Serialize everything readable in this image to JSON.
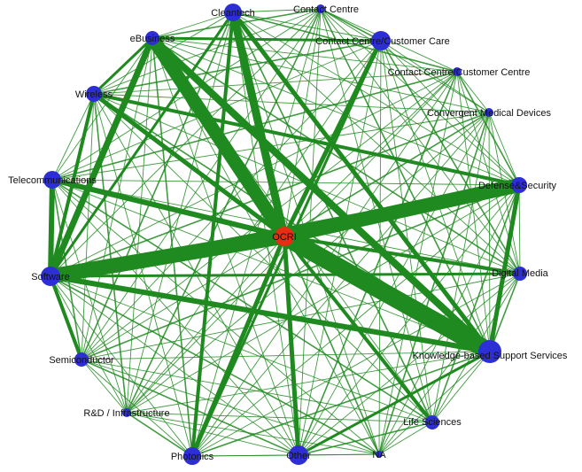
{
  "colors": {
    "edge": "#1f8a1f",
    "node": "#2e2ed6",
    "hub": "#e62e12",
    "label": "#111111",
    "background": "#ffffff"
  },
  "nodes": [
    {
      "id": "ocri",
      "label": "OCRI"
    },
    {
      "id": "cleantech",
      "label": "Cleantech"
    },
    {
      "id": "contact-centre",
      "label": "Contact Centre"
    },
    {
      "id": "contact-centre-care",
      "label": "Contact Centre/Customer Care"
    },
    {
      "id": "contact-centre-centre",
      "label": "Contact Centre/Customer Centre"
    },
    {
      "id": "convergent-medical",
      "label": "Convergent Medical Devices"
    },
    {
      "id": "defense-security",
      "label": "Defense&Security"
    },
    {
      "id": "digital-media",
      "label": "Digital Media"
    },
    {
      "id": "knowledge-support",
      "label": "Knowledge-based Support Services"
    },
    {
      "id": "life-sciences",
      "label": "Life Sciences"
    },
    {
      "id": "na",
      "label": "NA"
    },
    {
      "id": "other",
      "label": "Other"
    },
    {
      "id": "photonics",
      "label": "Photonics"
    },
    {
      "id": "rd-infrastructure",
      "label": "R&D / Infrastructure"
    },
    {
      "id": "semiconductor",
      "label": "Semiconductor"
    },
    {
      "id": "software",
      "label": "Software"
    },
    {
      "id": "telecommunications",
      "label": "Telecommunications"
    },
    {
      "id": "wireless",
      "label": "Wireless"
    },
    {
      "id": "ebusiness",
      "label": "eBusiness"
    }
  ]
}
